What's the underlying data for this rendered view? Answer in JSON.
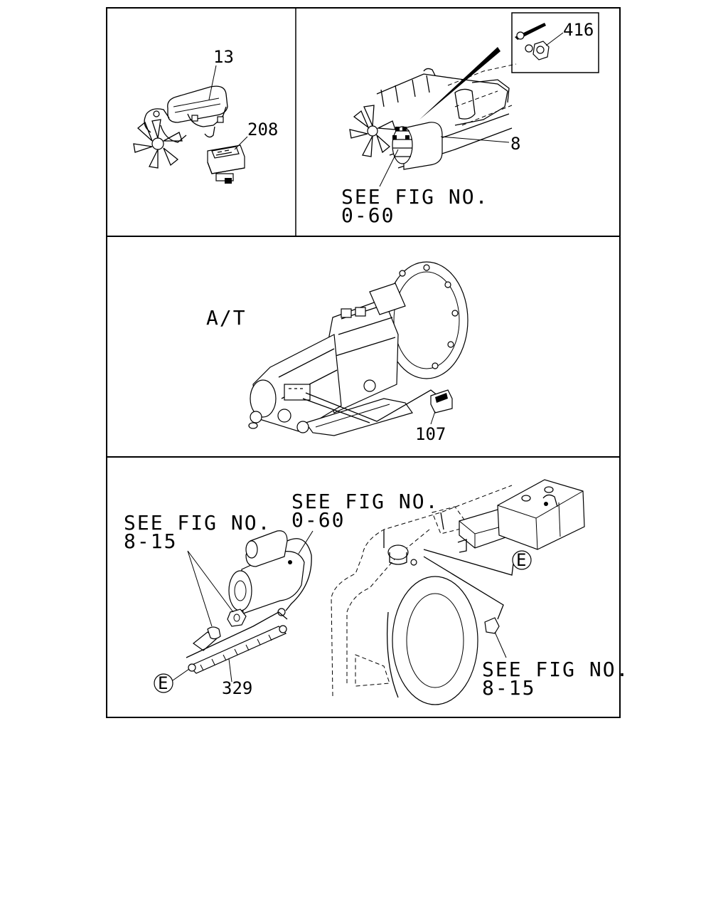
{
  "panels": {
    "top_left": {
      "callouts": {
        "p13": "13",
        "p208": "208"
      }
    },
    "top_right": {
      "callouts": {
        "p416": "416",
        "p8": "8"
      },
      "see_fig": {
        "line1": "SEE FIG NO.",
        "line2": "0-60"
      }
    },
    "middle": {
      "title": "A/T",
      "callouts": {
        "p107": "107"
      }
    },
    "bottom": {
      "callouts": {
        "p329": "329"
      },
      "connector_marker": "E",
      "see_fig_left": {
        "line1": "SEE FIG NO.",
        "line2": "8-15"
      },
      "see_fig_top": {
        "line1": "SEE FIG NO.",
        "line2": "0-60"
      },
      "see_fig_right": {
        "line1": "SEE FIG NO.",
        "line2": "8-15"
      }
    }
  }
}
